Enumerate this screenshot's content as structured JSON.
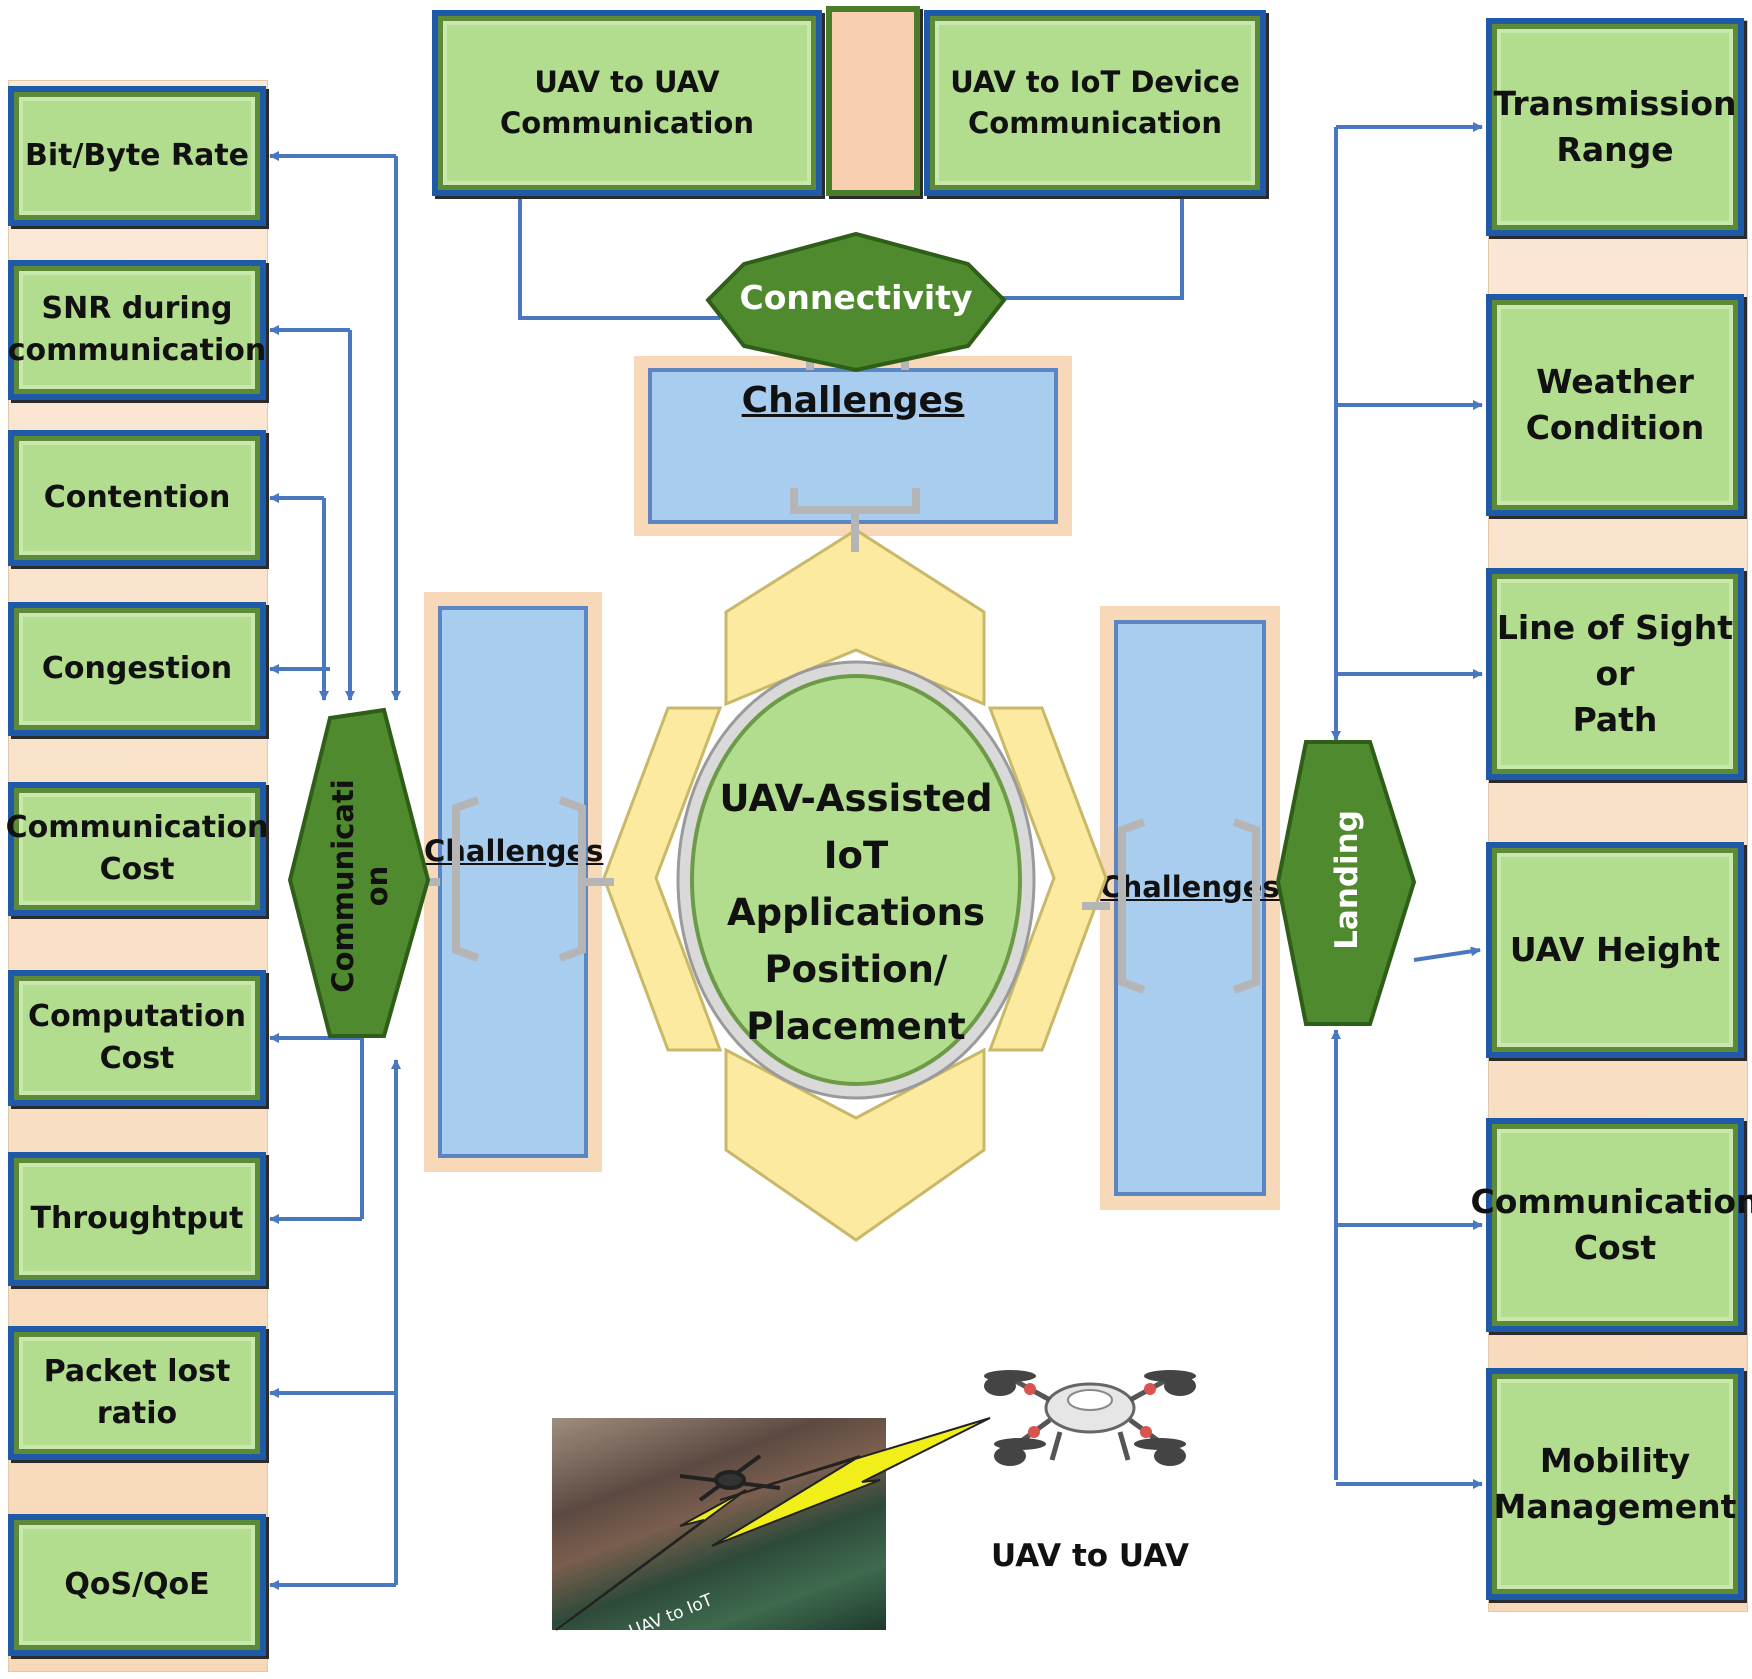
{
  "center": {
    "lines": [
      "UAV-Assisted IoT",
      "Applications",
      "Position/",
      "Placement"
    ]
  },
  "challenges": {
    "top": "Challenges",
    "left": "Challenges",
    "right": "Challenges"
  },
  "connectivity": {
    "label": "Connectivity",
    "uav_to_uav": "UAV to UAV Communication",
    "uav_to_iot": [
      "UAV to IoT Device",
      "Communication"
    ]
  },
  "communication": {
    "label_lines": [
      "Communicati",
      "on"
    ],
    "items": [
      {
        "lines": [
          "Bit/Byte Rate"
        ]
      },
      {
        "lines": [
          "SNR during",
          "communication"
        ]
      },
      {
        "lines": [
          "Contention"
        ]
      },
      {
        "lines": [
          "Congestion"
        ]
      },
      {
        "lines": [
          "Communication",
          "Cost"
        ]
      },
      {
        "lines": [
          "Computation",
          "Cost"
        ]
      },
      {
        "lines": [
          "Throughtput"
        ]
      },
      {
        "lines": [
          "Packet lost ratio"
        ]
      },
      {
        "lines": [
          "QoS/QoE"
        ]
      }
    ]
  },
  "landing": {
    "label": "Landing",
    "items": [
      {
        "lines": [
          "Transmission",
          "Range"
        ]
      },
      {
        "lines": [
          "Weather",
          "Condition"
        ]
      },
      {
        "lines": [
          "Line of Sight or",
          "Path"
        ]
      },
      {
        "lines": [
          "UAV Height"
        ]
      },
      {
        "lines": [
          "Communication",
          "Cost"
        ]
      },
      {
        "lines": [
          "Mobility",
          "Management"
        ]
      }
    ]
  },
  "bottom": {
    "uav_to_uav_label": "UAV to UAV",
    "uav_to_iot_label": "UAV to IoT"
  },
  "colors": {
    "box_fill": "#b2dc8e",
    "box_border": "#1f5aa8",
    "hex_fill": "#4f8a2e",
    "challenge_fill": "#a9cdef",
    "yellow": "#fbeaa0",
    "arrow": "#4a78c0"
  }
}
